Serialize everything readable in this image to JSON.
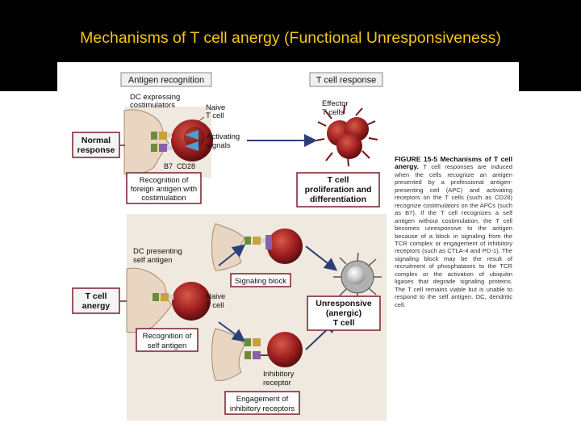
{
  "slide": {
    "title": "Mechanisms of T cell anergy (Functional Unresponsiveness)"
  },
  "figure": {
    "headers": {
      "left": "Antigen recognition",
      "right": "T cell response"
    },
    "rows": {
      "normal": [
        "Normal",
        "response"
      ],
      "anergy": [
        "T cell",
        "anergy"
      ]
    },
    "labels": {
      "dc_costim": [
        "DC expressing",
        "costimulators"
      ],
      "naive1": [
        "Naive",
        "T cell"
      ],
      "activating": [
        "Activating",
        "signals"
      ],
      "b7": "B7",
      "cd28": "CD28",
      "effector": [
        "Effector",
        "T cells"
      ],
      "recog_foreign": [
        "Recognition of",
        "foreign antigen with",
        "costimulation"
      ],
      "proliferation": [
        "T cell",
        "proliferation and",
        "differentiation"
      ],
      "dc_self": [
        "DC presenting",
        "self antigen"
      ],
      "signaling_block": "Signaling block",
      "naive2": [
        "Naive",
        "T cell"
      ],
      "unresponsive": [
        "Unresponsive",
        "(anergic)",
        "T cell"
      ],
      "recog_self": [
        "Recognition of",
        "self antigen"
      ],
      "inhibitory": [
        "Inhibitory",
        "receptor"
      ],
      "engagement": [
        "Engagement of",
        "inhibitory receptors"
      ]
    },
    "caption": {
      "heading": "FIGURE 15-5 Mechanisms of T cell anergy.",
      "body": "T cell responses are induced when the cells recognize an antigen presented by a professional antigen-presenting cell (APC) and activating receptors on the T cells (such as CD28) recognize costimulators on the APCs (such as B7). If the T cell recognizes a self antigen without costimulation, the T cell becomes unresponsive to the antigen because of a block in signaling from the TCR complex or engagement of inhibitory receptors (such as CTLA-4 and PD-1). The signaling block may be the result of recruitment of phosphatases to the TCR complex or the activation of ubiquitin ligases that degrade signaling proteins. The T cell remains viable but is unable to respond to the self antigen. DC, dendritic cell."
    }
  },
  "colors": {
    "title": "#f5c518",
    "background": "#000000",
    "header_fill": "#f0f0f0",
    "box_border": "#7a1f2b",
    "panel_bg": "#efe9df",
    "cell_red": "#a02020",
    "arrow": "#2a3f7a"
  }
}
